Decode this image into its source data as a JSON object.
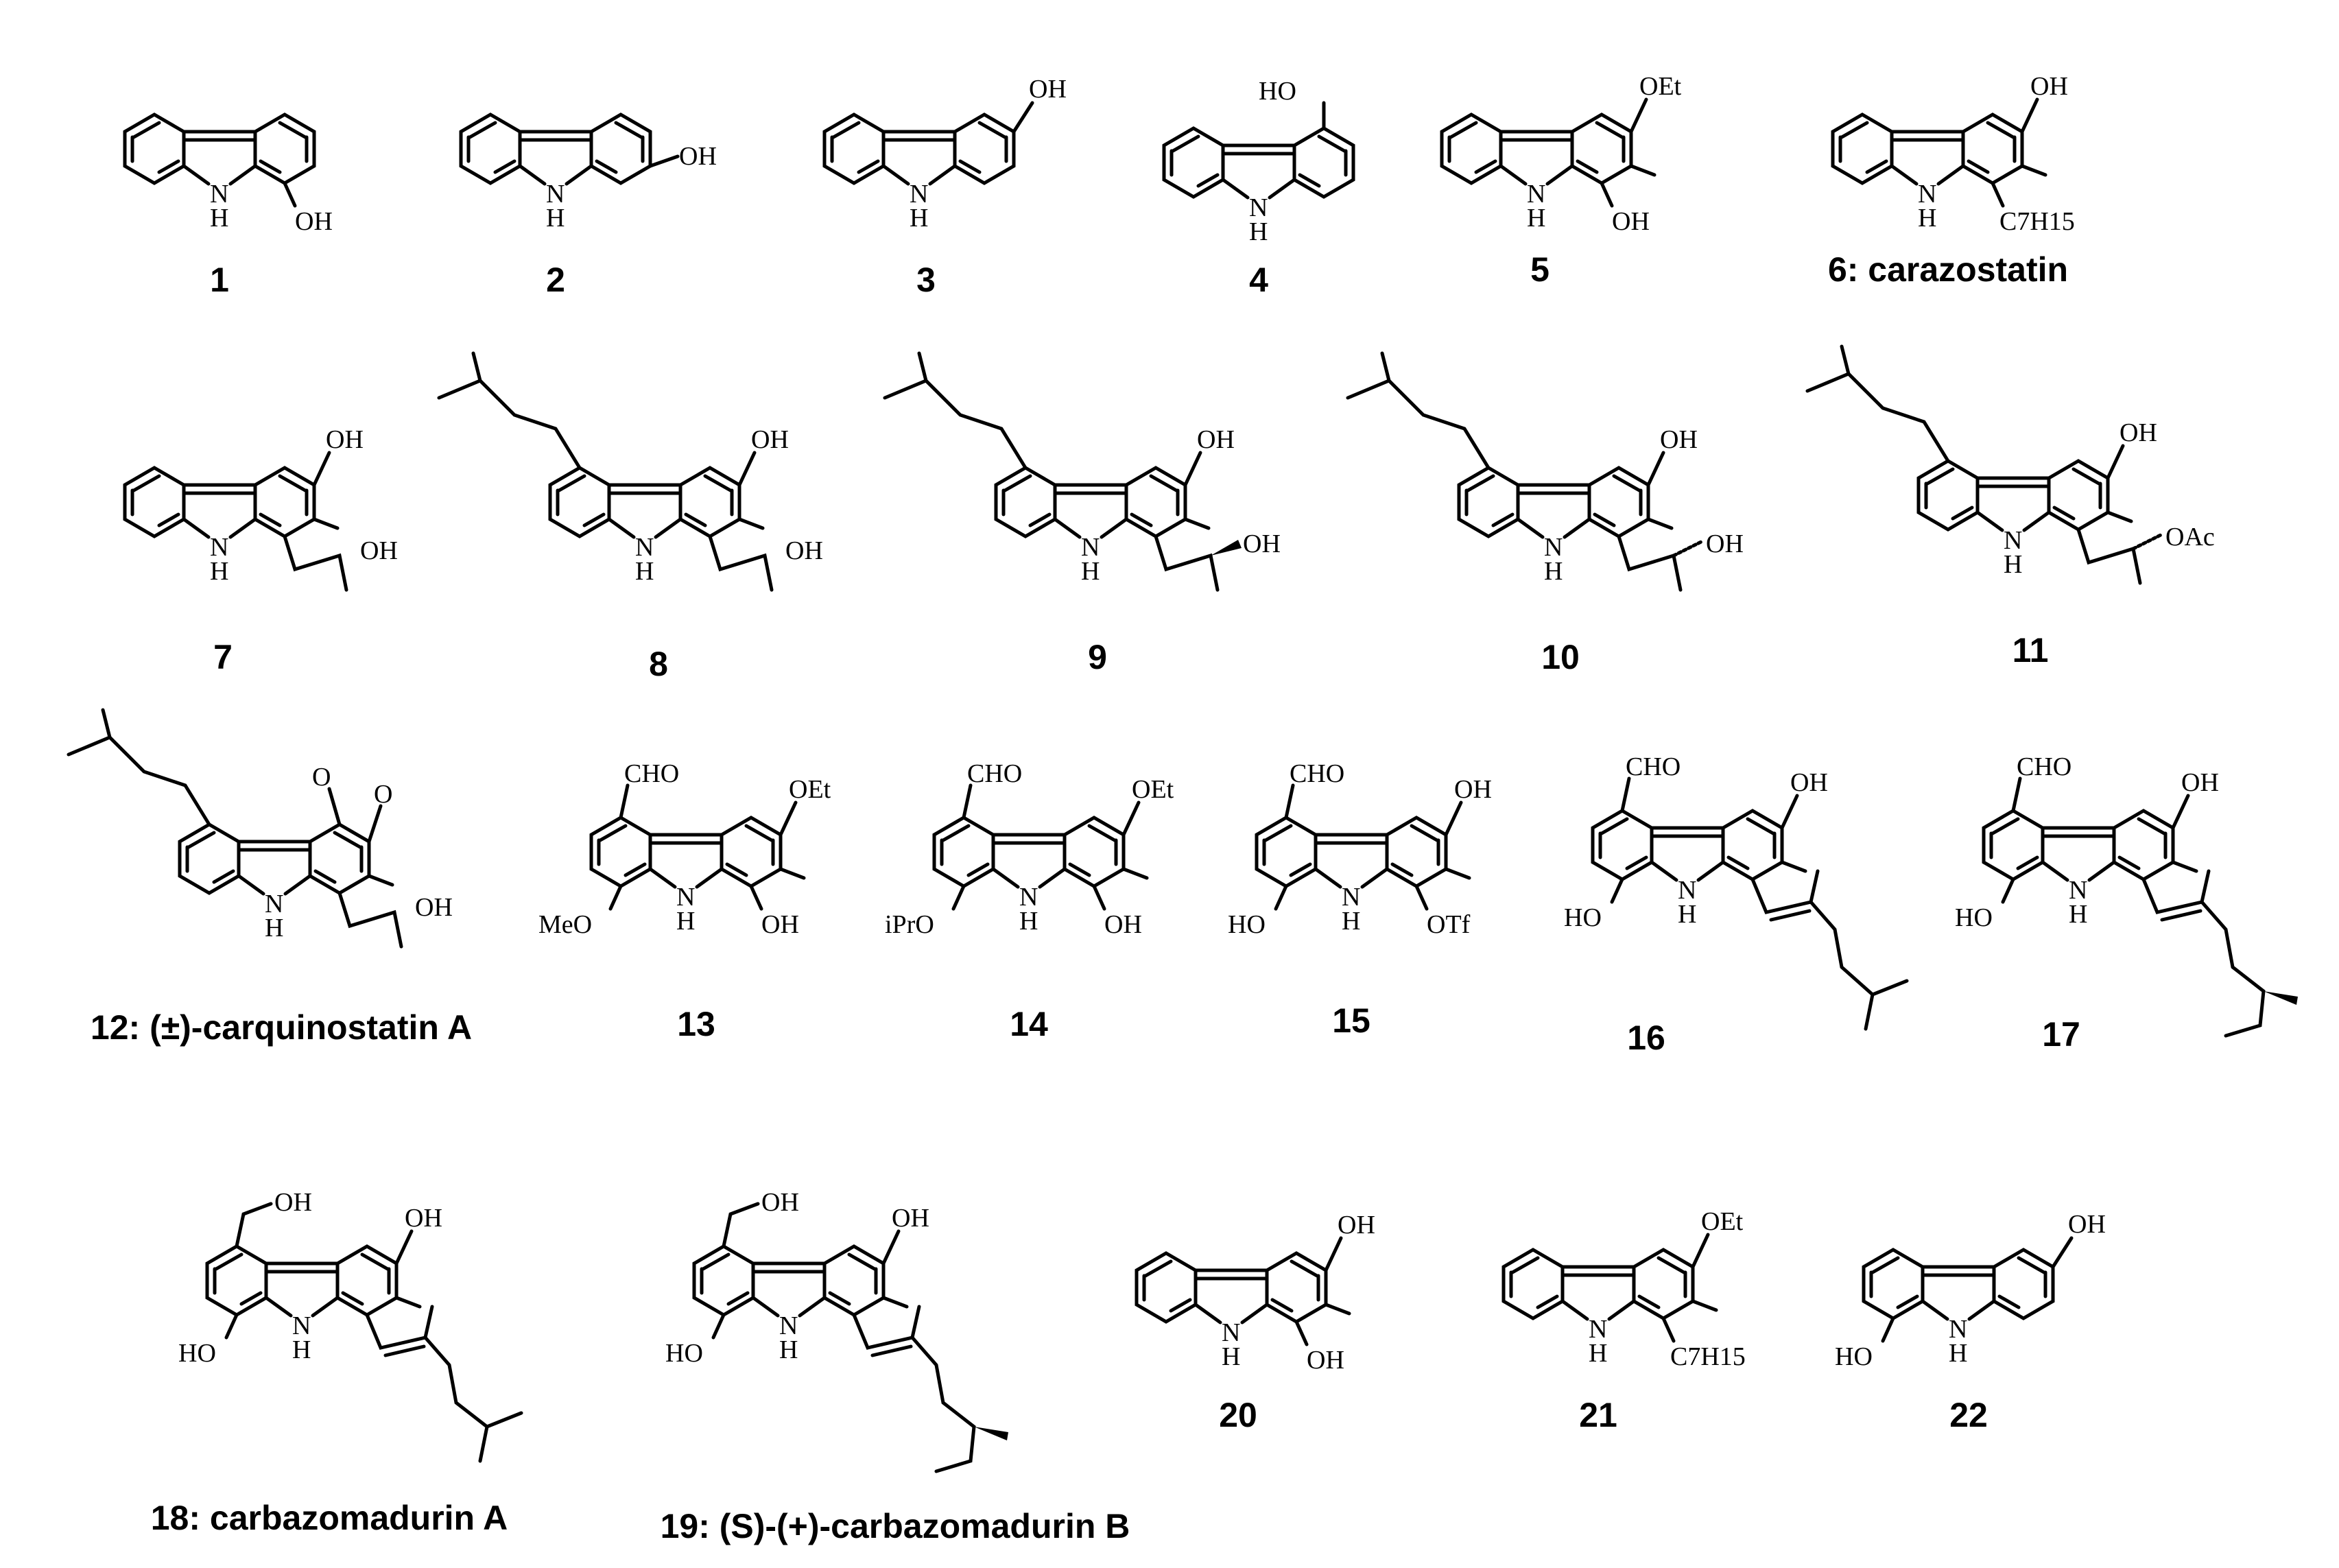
{
  "compounds": [
    {
      "id": "1",
      "label": "1",
      "substituents": [
        "OH"
      ]
    },
    {
      "id": "2",
      "label": "2",
      "substituents": [
        "OH"
      ]
    },
    {
      "id": "3",
      "label": "3",
      "substituents": [
        "OH"
      ]
    },
    {
      "id": "4",
      "label": "4",
      "substituents": [
        "HO"
      ]
    },
    {
      "id": "5",
      "label": "5",
      "substituents": [
        "OEt",
        "OH"
      ]
    },
    {
      "id": "6",
      "label": "6: carazostatin",
      "substituents": [
        "OH",
        "C7H15"
      ]
    },
    {
      "id": "7",
      "label": "7",
      "substituents": [
        "OH",
        "OH"
      ]
    },
    {
      "id": "8",
      "label": "8",
      "substituents": [
        "OH",
        "OH"
      ]
    },
    {
      "id": "9",
      "label": "9",
      "substituents": [
        "OH",
        "OH"
      ]
    },
    {
      "id": "10",
      "label": "10",
      "substituents": [
        "OH",
        "OH"
      ]
    },
    {
      "id": "11",
      "label": "11",
      "substituents": [
        "OH",
        "OAc"
      ]
    },
    {
      "id": "12",
      "label": "12: (±)-carquinostatin A",
      "substituents": [
        "O",
        "O",
        "OH"
      ]
    },
    {
      "id": "13",
      "label": "13",
      "substituents": [
        "CHO",
        "OEt",
        "MeO",
        "OH"
      ]
    },
    {
      "id": "14",
      "label": "14",
      "substituents": [
        "CHO",
        "OEt",
        "iPrO",
        "OH"
      ]
    },
    {
      "id": "15",
      "label": "15",
      "substituents": [
        "CHO",
        "OH",
        "HO",
        "OTf"
      ]
    },
    {
      "id": "16",
      "label": "16",
      "substituents": [
        "CHO",
        "OH",
        "HO"
      ]
    },
    {
      "id": "17",
      "label": "17",
      "substituents": [
        "CHO",
        "OH",
        "HO"
      ]
    },
    {
      "id": "18",
      "label": "18: carbazomadurin A",
      "substituents": [
        "OH",
        "OH",
        "HO"
      ]
    },
    {
      "id": "19",
      "label": "19: (S)-(+)-carbazomadurin B",
      "substituents": [
        "OH",
        "OH",
        "HO"
      ]
    },
    {
      "id": "20",
      "label": "20",
      "substituents": [
        "OH",
        "OH"
      ]
    },
    {
      "id": "21",
      "label": "21",
      "substituents": [
        "OEt",
        "C7H15"
      ]
    },
    {
      "id": "22",
      "label": "22",
      "substituents": [
        "OH",
        "HO"
      ]
    }
  ],
  "ring_atom": "N",
  "ring_h": "H"
}
